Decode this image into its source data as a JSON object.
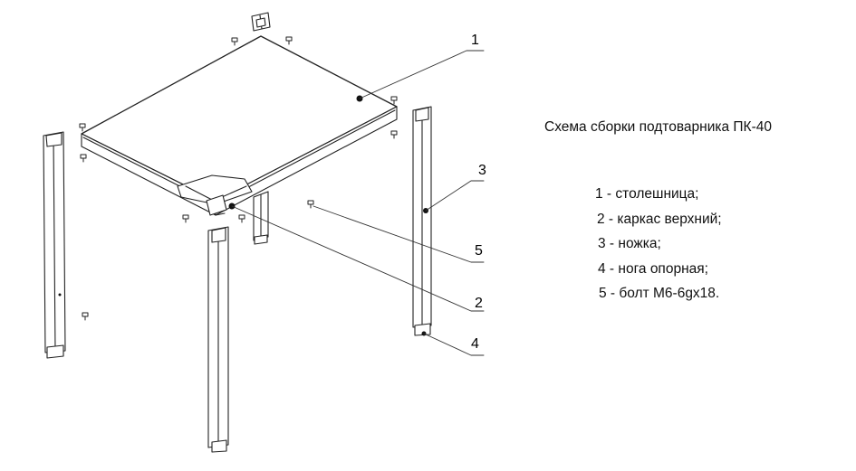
{
  "title": "Схема сборки подтоварника ПК-40",
  "legend": [
    "1 - столешница;",
    "2 - каркас верхний;",
    "3 - ножка;",
    "4 - нога опорная;",
    "5 - болт М6-6gx18."
  ],
  "callouts": [
    "1",
    "2",
    "3",
    "4",
    "5"
  ]
}
